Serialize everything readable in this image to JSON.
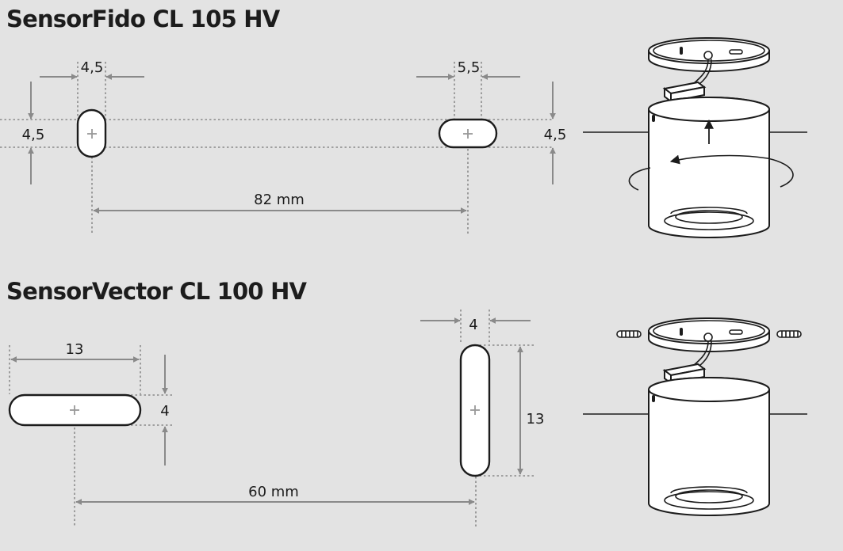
{
  "sections": [
    {
      "title": "SensorFido CL 105 HV",
      "dims": {
        "slot1_width": "4,5",
        "slot1_height": "4,5",
        "slot2_width": "5,5",
        "slot2_height": "4,5",
        "spacing": "82 mm"
      }
    },
    {
      "title": "SensorVector CL 100 HV",
      "dims": {
        "slot1_length": "13",
        "slot1_height": "4",
        "slot2_width": "4",
        "slot2_length": "13",
        "spacing": "60 mm"
      }
    }
  ],
  "colors": {
    "background": "#e3e3e3",
    "ink": "#1c1c1c",
    "guide": "#8a8a8a",
    "fill": "#ffffff"
  }
}
